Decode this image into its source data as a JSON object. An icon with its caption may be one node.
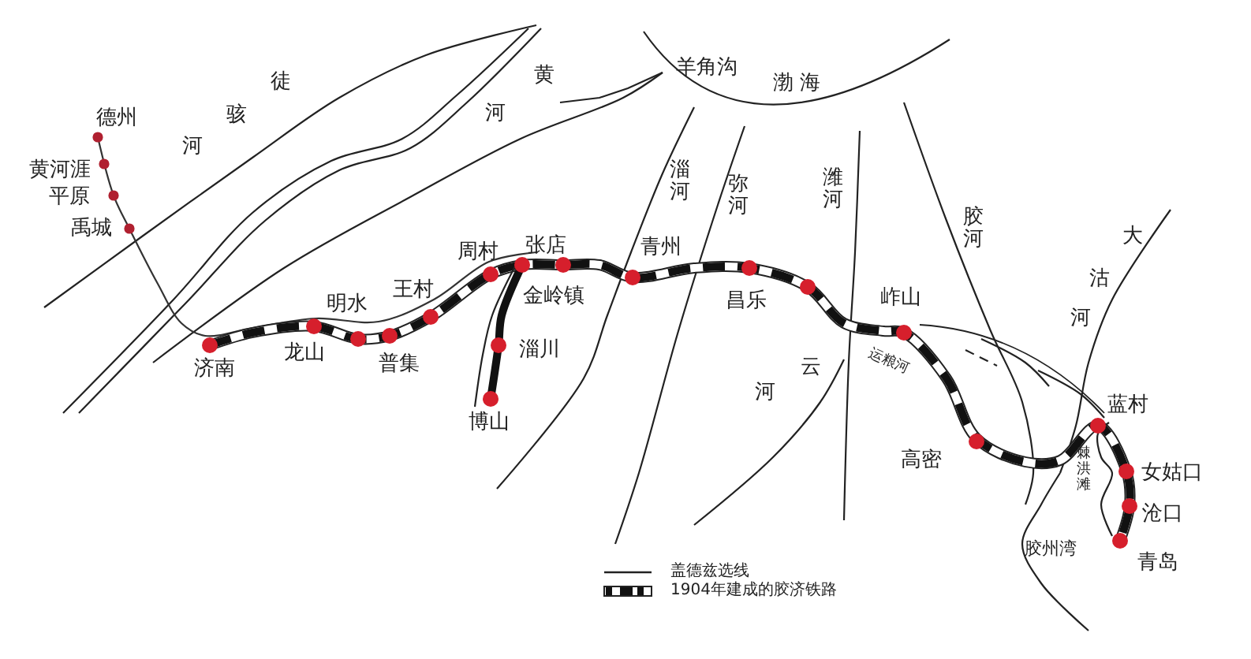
{
  "diagram": {
    "labels": [
      "羊角沟",
      "渤 海",
      "徒",
      "黄",
      "德州",
      "骇",
      "河",
      "河",
      "黄河涯",
      "平原",
      "禹城",
      "淄河",
      "潍河",
      "弥河",
      "胶河",
      "大",
      "周村",
      "张店",
      "青州",
      "沽",
      "金岭镇",
      "昌乐",
      "岞山",
      "明水",
      "王村",
      "河",
      "龙山",
      "淄川",
      "云",
      "济南",
      "普集",
      "运粮河",
      "河",
      "蓝村",
      "博山",
      "高密",
      "棘洪滩",
      "女姑口",
      "沧口",
      "胶州湾",
      "青岛"
    ],
    "legend": [
      {
        "text": "盖德兹选线"
      },
      {
        "text": "1904年建成的胶济铁路"
      }
    ]
  }
}
